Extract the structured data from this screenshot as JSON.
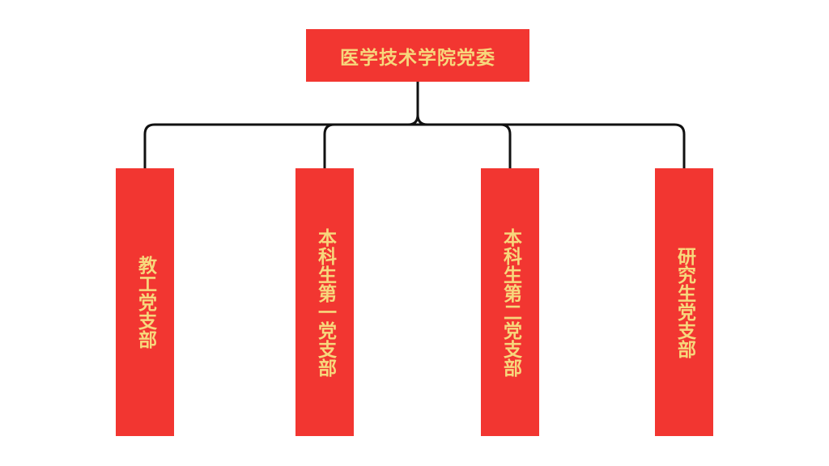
{
  "org_chart": {
    "root": {
      "label": "医学技术学院党委"
    },
    "branches": [
      {
        "label": "教工党支部"
      },
      {
        "label": "本科生第一党支部"
      },
      {
        "label": "本科生第二党支部"
      },
      {
        "label": "研究生党支部"
      }
    ]
  },
  "colors": {
    "box_fill": "#f23631",
    "label_text": "#f7d77c",
    "connector": "#111111",
    "background": "#ffffff"
  }
}
